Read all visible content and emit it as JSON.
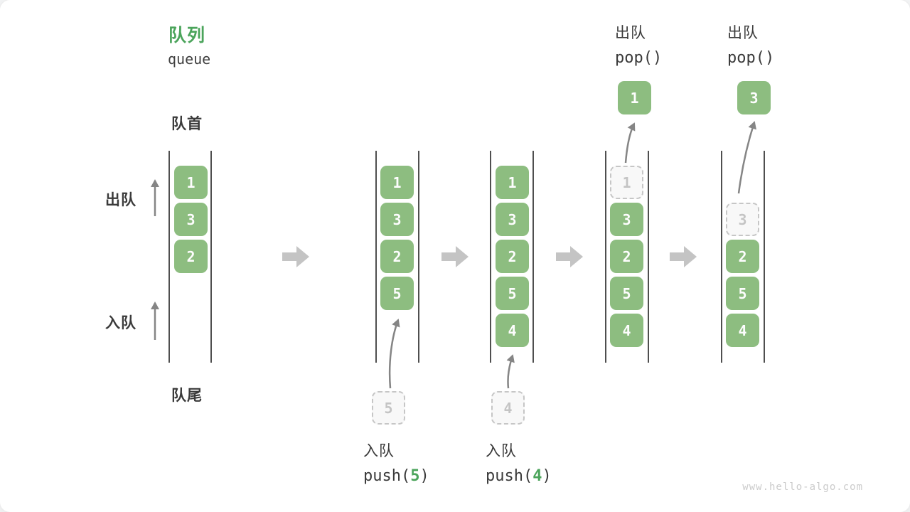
{
  "title": {
    "zh": "队列",
    "en": "queue"
  },
  "side_labels": {
    "front": "队首",
    "rear": "队尾",
    "dequeue": "出队",
    "enqueue": "入队"
  },
  "ops": {
    "push5": {
      "label": "入队",
      "fn_pre": "push(",
      "arg": "5",
      "fn_post": ")"
    },
    "push4": {
      "label": "入队",
      "fn_pre": "push(",
      "arg": "4",
      "fn_post": ")"
    },
    "pop1": {
      "label": "出队",
      "fn": "pop()"
    },
    "pop2": {
      "label": "出队",
      "fn": "pop()"
    }
  },
  "states": [
    {
      "cells": [
        {
          "v": "1"
        },
        {
          "v": "3"
        },
        {
          "v": "2"
        }
      ]
    },
    {
      "cells": [
        {
          "v": "1"
        },
        {
          "v": "3"
        },
        {
          "v": "2"
        },
        {
          "v": "5"
        }
      ],
      "incoming": "5"
    },
    {
      "cells": [
        {
          "v": "1"
        },
        {
          "v": "3"
        },
        {
          "v": "2"
        },
        {
          "v": "5"
        },
        {
          "v": "4"
        }
      ],
      "incoming": "4"
    },
    {
      "cells": [
        {
          "v": "1",
          "ghost": true
        },
        {
          "v": "3"
        },
        {
          "v": "2"
        },
        {
          "v": "5"
        },
        {
          "v": "4"
        }
      ],
      "popped": "1"
    },
    {
      "cells": [
        {
          "v": "3",
          "ghost": true
        },
        {
          "v": "2"
        },
        {
          "v": "5"
        },
        {
          "v": "4"
        }
      ],
      "popped": "3"
    }
  ],
  "watermark": "www.hello-algo.com",
  "colors": {
    "accent_green": "#4ba45b",
    "box_green": "#8dbd80",
    "queue_wall": "#4f4f4f",
    "block_arrow": "#c4c4c4",
    "ghost_gray": "#c6c6c6"
  }
}
